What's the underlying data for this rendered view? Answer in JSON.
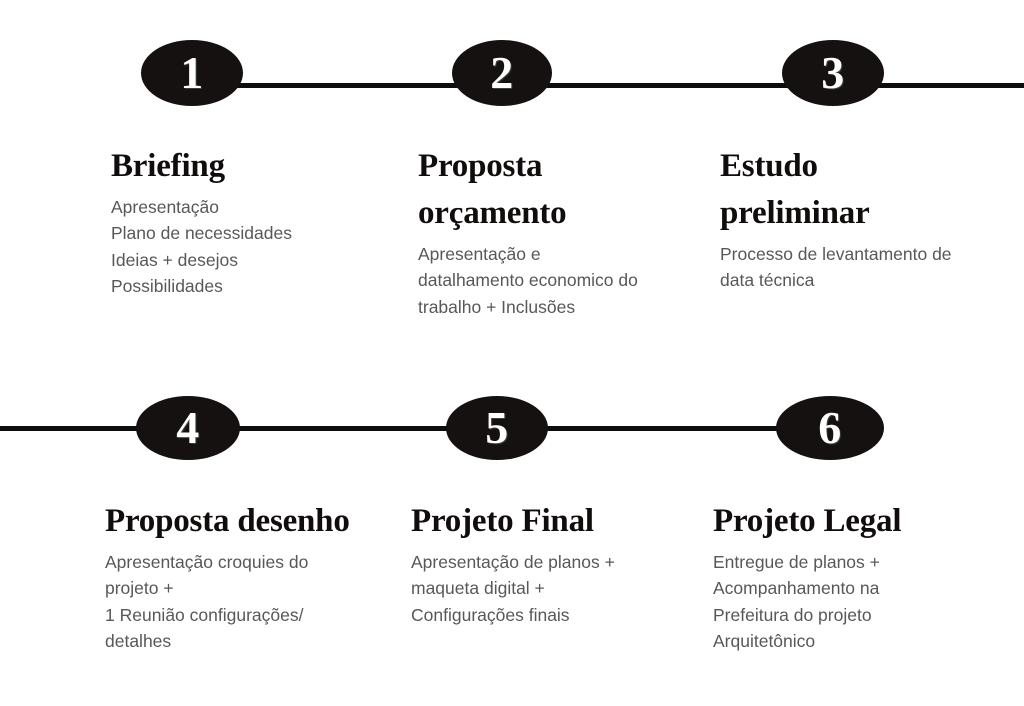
{
  "diagram": {
    "title_visible": false,
    "accent_color": "#141110",
    "line_color": "#0d0d0d",
    "heading_color": "#100d0c",
    "body_color": "#58585a",
    "background_color": "#ffffff"
  },
  "rows": [
    {
      "row_id": "row-1",
      "steps": [
        {
          "number": "1",
          "title": "Briefing",
          "description": "Apresentação\nPlano de necessidades\nIdeias + desejos\nPossibilidades"
        },
        {
          "number": "2",
          "title": "Proposta\norçamento",
          "description": "Apresentação e\ndatalhamento economico do\ntrabalho + Inclusões"
        },
        {
          "number": "3",
          "title": "Estudo\npreliminar",
          "description": "Processo de levantamento de\ndata técnica"
        }
      ]
    },
    {
      "row_id": "row-2",
      "steps": [
        {
          "number": "4",
          "title": "Proposta desenho",
          "description": "Apresentação croquies do\nprojeto +\n1 Reunião configurações/\ndetalhes"
        },
        {
          "number": "5",
          "title": "Projeto Final",
          "description": "Apresentação de planos +\nmaqueta digital  +\nConfigurações finais"
        },
        {
          "number": "6",
          "title": "Projeto Legal",
          "description": "Entregue de planos  +\nAcompanhamento na\nPrefeitura do projeto\nArquitetônico"
        }
      ]
    }
  ]
}
